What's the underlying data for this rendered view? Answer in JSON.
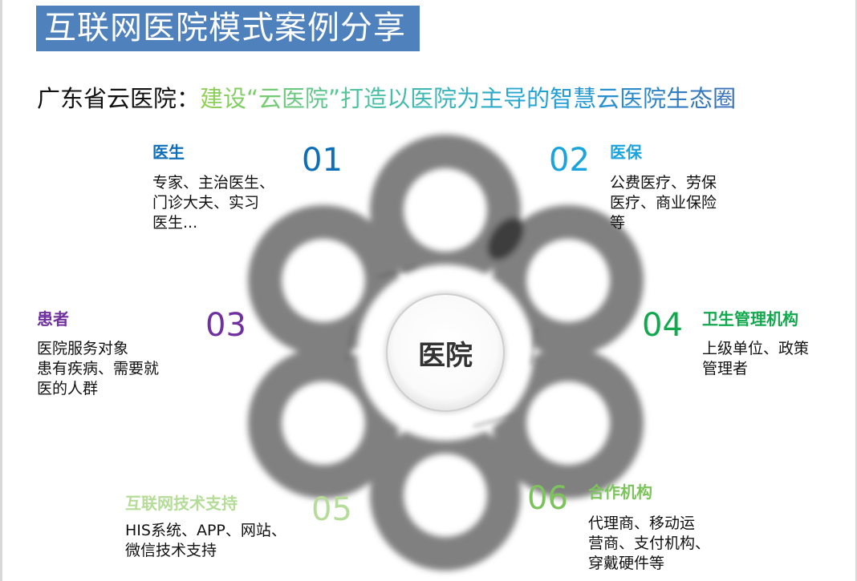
{
  "header": {
    "title": "互联网医院模式案例分享"
  },
  "subtitle": {
    "prefix": "广东省云医院：",
    "highlight": "建设“云医院”打造以医院为主导的智慧云医院生态圈"
  },
  "diagram": {
    "center_label": "医院",
    "nodes": [
      {
        "number": "01",
        "title": "医生",
        "description": "专家、主治医生、\n门诊大夫、实习\n医生...",
        "color": "#0e6eb8"
      },
      {
        "number": "02",
        "title": "医保",
        "description": "公费医疗、劳保\n医疗、商业保险\n等",
        "color": "#1aa3dc"
      },
      {
        "number": "03",
        "title": "患者",
        "description": "医院服务对象\n患有疾病、需要就\n医的人群",
        "color": "#7030a0"
      },
      {
        "number": "04",
        "title": "卫生管理机构",
        "description": "上级单位、政策\n管理者",
        "color": "#12a84d"
      },
      {
        "number": "05",
        "title": "互联网技术支持",
        "description": "HIS系统、APP、网站、\n微信技术支持",
        "color": "#b5dc98"
      },
      {
        "number": "06",
        "title": "合作机构",
        "description": "代理商、移动运\n营商、支付机构、\n穿戴硬件等",
        "color": "#7cc35c"
      }
    ]
  },
  "colors": {
    "title_bar": "#4f81bd",
    "flower_gray": "#808080"
  }
}
